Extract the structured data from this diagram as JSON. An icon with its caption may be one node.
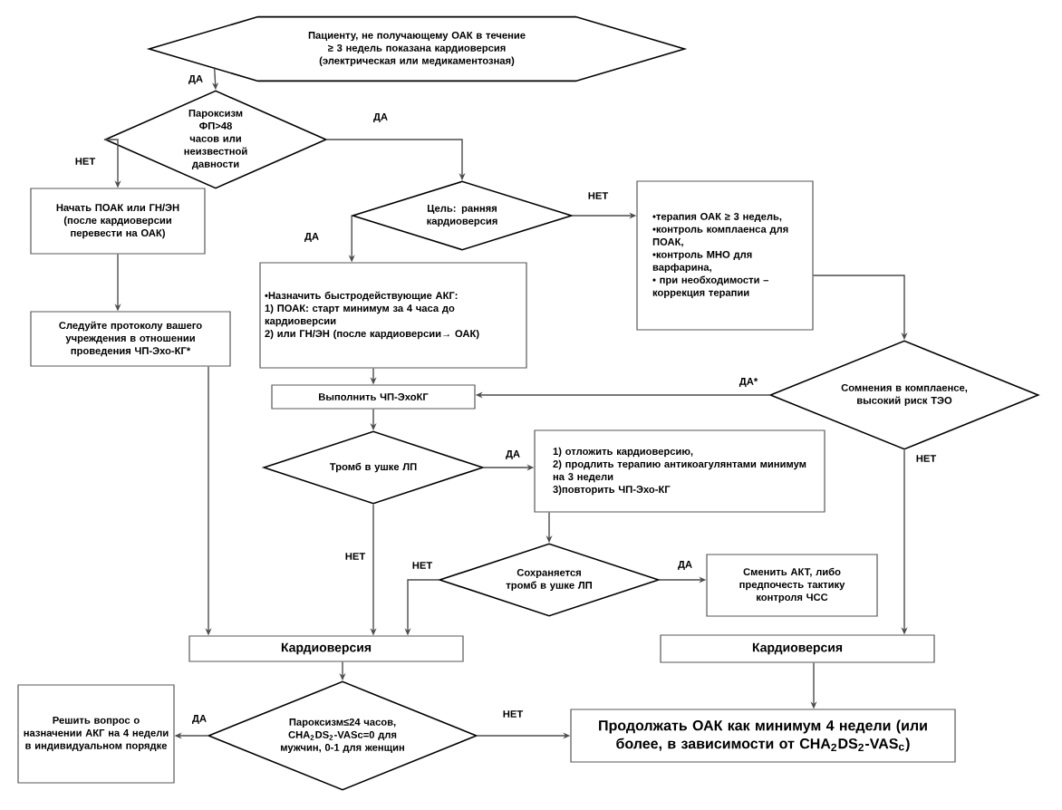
{
  "diagram": {
    "nodes": [
      {
        "text": [
          "Пациенту, не получающему ОАК в течение ≥ 3 недель показана кардиоверсия (электрическая или медикаментозная)"
        ]
      },
      {
        "text": [
          "Пароксизм ФП>48 часов или неизвестной давности"
        ]
      },
      {
        "text": [
          "Начать ПОАК или ГН/ЭН (после кардиоверсии перевести на ОАК)"
        ]
      },
      {
        "text": [
          "Цель: ранняя кардиоверсия"
        ]
      },
      {
        "text": [
          "•терапия ОАК ≥ 3 недель,",
          "•контроль комплаенса для ПОАК,",
          "•контроль МНО для варфарина,",
          "• при необходимости – коррекция терапии"
        ]
      },
      {
        "text": [
          "Следуйте протоколу вашего учреждения в отношении проведения ЧП-Эхо-КГ*"
        ]
      },
      {
        "text": [
          "•Назначить быстродействующие АКГ:",
          "1) ПОАК: старт минимум за 4 часа до кардиоверсии",
          "2) или ГН/ЭН (после кардиоверсии→ ОАК)"
        ]
      },
      {
        "text": [
          "Выполнить ЧП-ЭхоКГ"
        ]
      },
      {
        "text": [
          "Тромб в ушке ЛП"
        ]
      },
      {
        "text": [
          "Сомнения в комплаенсе, высокий риск ТЭО"
        ]
      },
      {
        "text": [
          "1) отложить кардиоверсию,",
          "2) продлить терапию антикоагулянтами минимум на 3 недели",
          "3)повторить ЧП-Эхо-КГ"
        ]
      },
      {
        "text": [
          "Сохраняется тромб в ушке ЛП"
        ]
      },
      {
        "text": [
          "Сменить АКТ, либо предпочесть тактику контроля ЧСС"
        ]
      },
      {
        "text": [
          "Кардиоверсия"
        ]
      },
      {
        "text": [
          "Кардиоверсия"
        ]
      },
      {
        "text": [
          "Пароксизм≤24 часов, CHA$_{2}$DS$_{2}$-VASc=0 для мужчин, 0-1 для женщин"
        ]
      },
      {
        "text": [
          "Решить вопрос о назначении АКГ на 4 недели в индивидуальном порядке"
        ]
      },
      {
        "text": [
          "Продолжать ОАК как минимум 4 недели (или более, в зависимости от CHA$_{2}$DS$_{2}$-VAS$_{c}$)"
        ]
      }
    ],
    "edges": [
      {
        "from": 0,
        "to": 1,
        "arrow": "to",
        "label": "ДА"
      },
      {
        "from": 1,
        "to": 2,
        "arrow": "to",
        "label": "НЕТ"
      },
      {
        "from": 1,
        "to": 3,
        "arrow": "to",
        "label": "ДА"
      },
      {
        "from": 3,
        "to": 4,
        "arrow": "to",
        "label": "НЕТ"
      },
      {
        "from": 3,
        "to": 6,
        "arrow": "to",
        "label": "ДА"
      },
      {
        "from": 2,
        "to": 5,
        "arrow": "to"
      },
      {
        "from": 4,
        "to": 9,
        "arrow": "to"
      },
      {
        "from": 6,
        "to": 7,
        "arrow": "to"
      },
      {
        "from": 9,
        "to": 7,
        "arrow": "to",
        "label": "ДА*"
      },
      {
        "from": 7,
        "to": 8,
        "arrow": "to"
      },
      {
        "from": 8,
        "to": 10,
        "arrow": "to",
        "label": "ДА"
      },
      {
        "from": 10,
        "to": 11,
        "arrow": "to"
      },
      {
        "from": 11,
        "to": 12,
        "arrow": "to",
        "label": "ДА"
      },
      {
        "from": 11,
        "to": 13,
        "arrow": "to",
        "label": "НЕТ"
      },
      {
        "from": 8,
        "to": 13,
        "arrow": "to",
        "label": "НЕТ"
      },
      {
        "from": 5,
        "to": 13,
        "arrow": "to"
      },
      {
        "from": 9,
        "to": 14,
        "arrow": "to",
        "label": "НЕТ"
      },
      {
        "from": 13,
        "to": 15,
        "arrow": "to"
      },
      {
        "from": 14,
        "to": 17,
        "arrow": "to"
      },
      {
        "from": 15,
        "to": 16,
        "arrow": "to",
        "label": "ДА"
      },
      {
        "from": 15,
        "to": 17,
        "arrow": "to",
        "label": "НЕТ"
      }
    ]
  }
}
